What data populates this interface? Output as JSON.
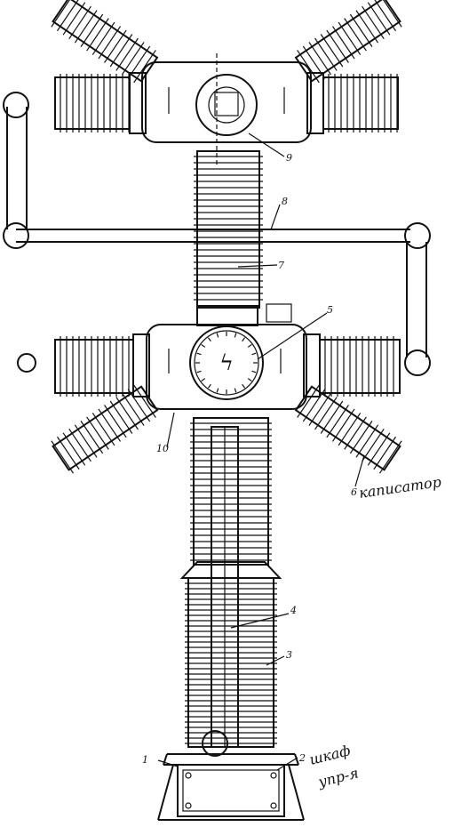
{
  "labels": {
    "l1": "1",
    "l2": "2",
    "l3": "3",
    "l4": "4",
    "l5": "5",
    "l6": "6",
    "l7": "7",
    "l8": "8",
    "l9": "9",
    "l10": "10"
  },
  "handwritten": {
    "capacitor": "каписатор",
    "cabinet_line1": "шкаф",
    "cabinet_line2": "упр-я"
  },
  "symbols": {
    "lightning": "ϟ"
  }
}
